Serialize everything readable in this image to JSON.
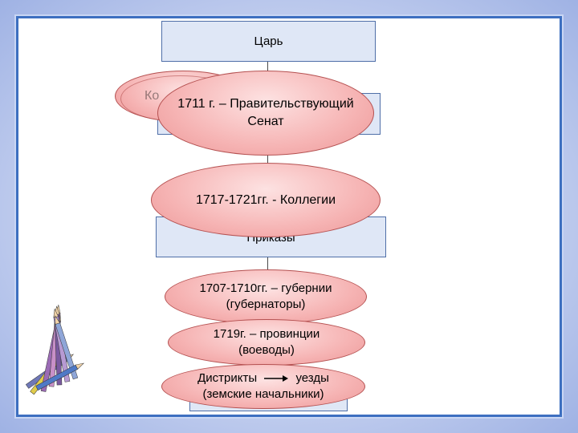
{
  "diagram": {
    "boxes": {
      "tsar": "Царь",
      "hidden_top": "Ко",
      "prikazy": "Приказы"
    },
    "ellipses": {
      "senat": "1711 г. – Правительствующий Сенат",
      "kollegii": "1717-1721гг. - Коллегии",
      "gubernii_line1": "1707-1710гг. – губернии",
      "gubernii_line2": "(губернаторы)",
      "provintsii_line1": "1719г. – провинции",
      "provintsii_line2": "(воеводы)",
      "distrikty_left": "Дистрикты",
      "distrikty_right": "уезды",
      "distrikty_line2": "(земские начальники)"
    },
    "colors": {
      "box_fill": "#dfe7f6",
      "box_border": "#4f6fa8",
      "ellipse_fill": "#f6b4b4",
      "ellipse_border": "#b55151",
      "frame_border": "#3d6fc0"
    },
    "decoration": "pencils-icon"
  }
}
